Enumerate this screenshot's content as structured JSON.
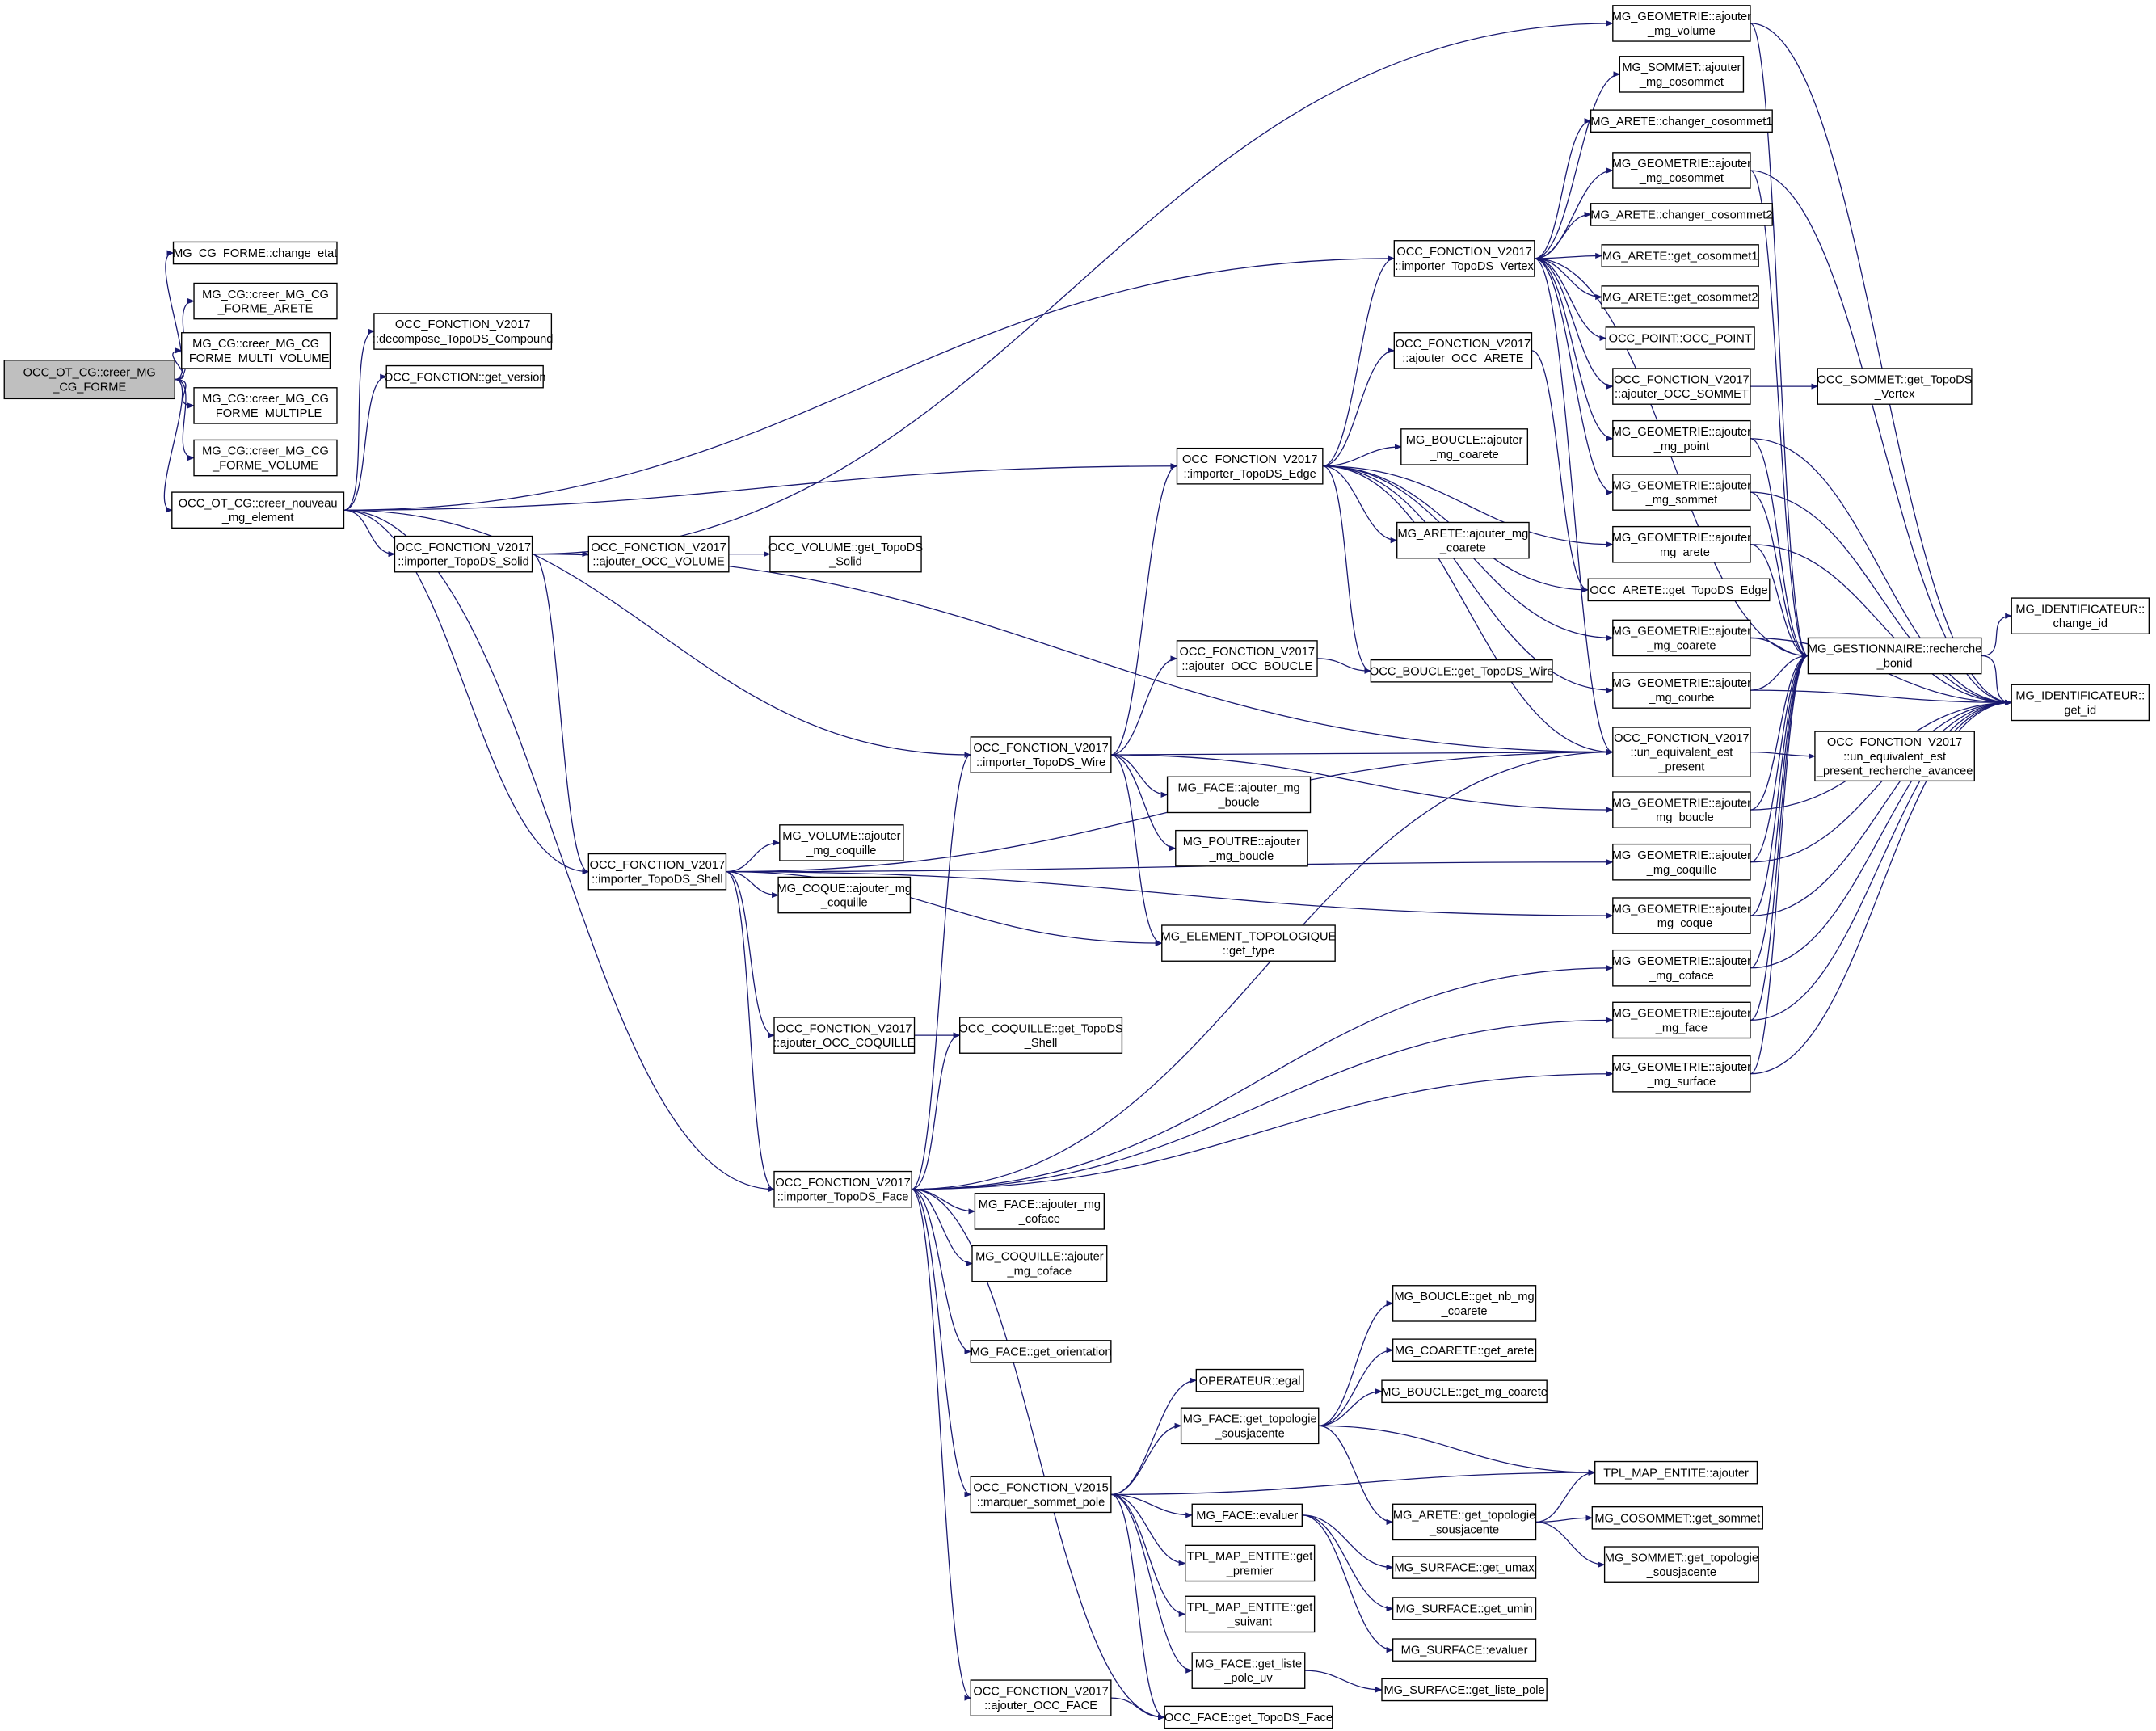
{
  "colors": {
    "edge": "#191970",
    "root_fill": "#bfbfbf",
    "node_fill": "#ffffff",
    "border": "#000000"
  },
  "nodes": {
    "A": [
      "OCC_OT_CG::creer_MG",
      "_CG_FORME"
    ],
    "B": [
      "MG_CG_FORME::change_etat"
    ],
    "C": [
      "MG_CG::creer_MG_CG",
      "_FORME_ARETE"
    ],
    "D": [
      "MG_CG::creer_MG_CG",
      "_FORME_MULTI_VOLUME"
    ],
    "E": [
      "MG_CG::creer_MG_CG",
      "_FORME_MULTIPLE"
    ],
    "F": [
      "MG_CG::creer_MG_CG",
      "_FORME_VOLUME"
    ],
    "G": [
      "OCC_OT_CG::creer_nouveau",
      "_mg_element"
    ],
    "H": [
      "OCC_FONCTION_V2017",
      "::decompose_TopoDS_Compound"
    ],
    "I": [
      "OCC_FONCTION::get_version"
    ],
    "J": [
      "OCC_FONCTION_V2017",
      "::importer_TopoDS_Solid"
    ],
    "K": [
      "OCC_FONCTION_V2017",
      "::importer_TopoDS_Shell"
    ],
    "L": [
      "OCC_FONCTION_V2017",
      "::importer_TopoDS_Face"
    ],
    "M": [
      "OCC_FONCTION_V2017",
      "::ajouter_OCC_VOLUME"
    ],
    "N": [
      "OCC_VOLUME::get_TopoDS",
      "_Solid"
    ],
    "O": [
      "MG_VOLUME::ajouter",
      "_mg_coquille"
    ],
    "P": [
      "MG_COQUE::ajouter_mg",
      "_coquille"
    ],
    "Q": [
      "OCC_FONCTION_V2017",
      "::ajouter_OCC_COQUILLE"
    ],
    "R": [
      "OCC_COQUILLE::get_TopoDS",
      "_Shell"
    ],
    "S": [
      "MG_FACE::ajouter_mg",
      "_coface"
    ],
    "T": [
      "MG_COQUILLE::ajouter",
      "_mg_coface"
    ],
    "U": [
      "MG_FACE::get_orientation"
    ],
    "V": [
      "OCC_FONCTION_V2015",
      "::marquer_sommet_pole"
    ],
    "W": [
      "OCC_FONCTION_V2017",
      "::ajouter_OCC_FACE"
    ],
    "X": [
      "OCC_FONCTION_V2017",
      "::importer_TopoDS_Wire"
    ],
    "Y": [
      "OCC_FONCTION_V2017",
      "::importer_TopoDS_Edge"
    ],
    "Z": [
      "OCC_FONCTION_V2017",
      "::ajouter_OCC_BOUCLE"
    ],
    "AA": [
      "OCC_BOUCLE::get_TopoDS_Wire"
    ],
    "AB": [
      "MG_FACE::ajouter_mg",
      "_boucle"
    ],
    "AC": [
      "MG_POUTRE::ajouter",
      "_mg_boucle"
    ],
    "AD": [
      "MG_ELEMENT_TOPOLOGIQUE",
      "::get_type"
    ],
    "AE": [
      "OPERATEUR::egal"
    ],
    "AF": [
      "MG_FACE::get_topologie",
      "_sousjacente"
    ],
    "AG": [
      "MG_FACE::evaluer"
    ],
    "AH": [
      "TPL_MAP_ENTITE::get",
      "_premier"
    ],
    "AI": [
      "TPL_MAP_ENTITE::get",
      "_suivant"
    ],
    "AJ": [
      "MG_FACE::get_liste",
      "_pole_uv"
    ],
    "AK": [
      "OCC_FACE::get_TopoDS_Face"
    ],
    "AL": [
      "OCC_FONCTION_V2017",
      "::importer_TopoDS_Vertex"
    ],
    "AM": [
      "OCC_FONCTION_V2017",
      "::ajouter_OCC_ARETE"
    ],
    "AN": [
      "MG_BOUCLE::ajouter",
      "_mg_coarete"
    ],
    "AO": [
      "MG_ARETE::ajouter_mg",
      "_coarete"
    ],
    "AP": [
      "MG_BOUCLE::get_nb_mg",
      "_coarete"
    ],
    "AQ": [
      "MG_COARETE::get_arete"
    ],
    "AR": [
      "MG_BOUCLE::get_mg_coarete"
    ],
    "AS": [
      "MG_ARETE::get_topologie",
      "_sousjacente"
    ],
    "AT": [
      "MG_SURFACE::get_umax"
    ],
    "AU": [
      "MG_SURFACE::get_umin"
    ],
    "AV": [
      "MG_SURFACE::evaluer"
    ],
    "AW": [
      "MG_SURFACE::get_liste_pole"
    ],
    "AX": [
      "MG_GEOMETRIE::ajouter",
      "_mg_volume"
    ],
    "AY": [
      "MG_SOMMET::ajouter",
      "_mg_cosommet"
    ],
    "AZ": [
      "MG_ARETE::changer_cosommet1"
    ],
    "BA": [
      "MG_GEOMETRIE::ajouter",
      "_mg_cosommet"
    ],
    "BB": [
      "MG_ARETE::changer_cosommet2"
    ],
    "BC": [
      "MG_ARETE::get_cosommet1"
    ],
    "BD": [
      "MG_ARETE::get_cosommet2"
    ],
    "BE": [
      "OCC_POINT::OCC_POINT"
    ],
    "BF": [
      "OCC_FONCTION_V2017",
      "::ajouter_OCC_SOMMET"
    ],
    "BG": [
      "MG_GEOMETRIE::ajouter",
      "_mg_point"
    ],
    "BH": [
      "MG_GEOMETRIE::ajouter",
      "_mg_sommet"
    ],
    "BI": [
      "MG_GEOMETRIE::ajouter",
      "_mg_arete"
    ],
    "BJ": [
      "OCC_ARETE::get_TopoDS_Edge"
    ],
    "BK": [
      "MG_GEOMETRIE::ajouter",
      "_mg_coarete"
    ],
    "BL": [
      "MG_GEOMETRIE::ajouter",
      "_mg_courbe"
    ],
    "BM": [
      "OCC_FONCTION_V2017",
      "::un_equivalent_est",
      "_present"
    ],
    "BN": [
      "MG_GEOMETRIE::ajouter",
      "_mg_boucle"
    ],
    "BO": [
      "MG_GEOMETRIE::ajouter",
      "_mg_coquille"
    ],
    "BP": [
      "MG_GEOMETRIE::ajouter",
      "_mg_coque"
    ],
    "BQ": [
      "MG_GEOMETRIE::ajouter",
      "_mg_coface"
    ],
    "BR": [
      "MG_GEOMETRIE::ajouter",
      "_mg_face"
    ],
    "BS": [
      "MG_GEOMETRIE::ajouter",
      "_mg_surface"
    ],
    "BT": [
      "TPL_MAP_ENTITE::ajouter"
    ],
    "BU": [
      "MG_COSOMMET::get_sommet"
    ],
    "BV": [
      "MG_SOMMET::get_topologie",
      "_sousjacente"
    ],
    "BW": [
      "OCC_SOMMET::get_TopoDS",
      "_Vertex"
    ],
    "BX": [
      "MG_GESTIONNAIRE::recherche",
      "_bonid"
    ],
    "BY": [
      "OCC_FONCTION_V2017",
      "::un_equivalent_est",
      "_present_recherche_avancee"
    ],
    "BZ": [
      "MG_IDENTIFICATEUR::",
      "change_id"
    ],
    "CA": [
      "MG_IDENTIFICATEUR::",
      "get_id"
    ]
  },
  "root": "A",
  "edges": [
    [
      "A",
      "B"
    ],
    [
      "A",
      "C"
    ],
    [
      "A",
      "D"
    ],
    [
      "A",
      "E"
    ],
    [
      "A",
      "F"
    ],
    [
      "A",
      "G"
    ],
    [
      "G",
      "H"
    ],
    [
      "G",
      "I"
    ],
    [
      "G",
      "AL"
    ],
    [
      "G",
      "Y"
    ],
    [
      "G",
      "J"
    ],
    [
      "G",
      "X"
    ],
    [
      "G",
      "K"
    ],
    [
      "G",
      "L"
    ],
    [
      "J",
      "AX"
    ],
    [
      "J",
      "M"
    ],
    [
      "J",
      "BM"
    ],
    [
      "J",
      "K"
    ],
    [
      "M",
      "N"
    ],
    [
      "Y",
      "AL"
    ],
    [
      "Y",
      "AM"
    ],
    [
      "Y",
      "AN"
    ],
    [
      "Y",
      "AO"
    ],
    [
      "Y",
      "AA"
    ],
    [
      "Y",
      "BM"
    ],
    [
      "Y",
      "BI"
    ],
    [
      "Y",
      "BL"
    ],
    [
      "Y",
      "BJ"
    ],
    [
      "Y",
      "BK"
    ],
    [
      "AM",
      "BJ"
    ],
    [
      "AL",
      "AY"
    ],
    [
      "AL",
      "AZ"
    ],
    [
      "AL",
      "BA"
    ],
    [
      "AL",
      "BB"
    ],
    [
      "AL",
      "BC"
    ],
    [
      "AL",
      "BD"
    ],
    [
      "AL",
      "BE"
    ],
    [
      "AL",
      "BF"
    ],
    [
      "AL",
      "BG"
    ],
    [
      "AL",
      "BH"
    ],
    [
      "AL",
      "BM"
    ],
    [
      "AL",
      "BX"
    ],
    [
      "BF",
      "BW"
    ],
    [
      "X",
      "Y"
    ],
    [
      "X",
      "Z"
    ],
    [
      "X",
      "BM"
    ],
    [
      "X",
      "AB"
    ],
    [
      "X",
      "AC"
    ],
    [
      "X",
      "AD"
    ],
    [
      "X",
      "BN"
    ],
    [
      "Z",
      "AA"
    ],
    [
      "K",
      "O"
    ],
    [
      "K",
      "P"
    ],
    [
      "K",
      "Q"
    ],
    [
      "K",
      "L"
    ],
    [
      "K",
      "BM"
    ],
    [
      "K",
      "AD"
    ],
    [
      "K",
      "BO"
    ],
    [
      "K",
      "BP"
    ],
    [
      "Q",
      "R"
    ],
    [
      "L",
      "X"
    ],
    [
      "L",
      "R"
    ],
    [
      "L",
      "S"
    ],
    [
      "L",
      "T"
    ],
    [
      "L",
      "U"
    ],
    [
      "L",
      "V"
    ],
    [
      "L",
      "W"
    ],
    [
      "L",
      "AK"
    ],
    [
      "L",
      "BM"
    ],
    [
      "L",
      "BQ"
    ],
    [
      "L",
      "BR"
    ],
    [
      "L",
      "BS"
    ],
    [
      "V",
      "AE"
    ],
    [
      "V",
      "AF"
    ],
    [
      "V",
      "AG"
    ],
    [
      "V",
      "AH"
    ],
    [
      "V",
      "AI"
    ],
    [
      "V",
      "AJ"
    ],
    [
      "V",
      "AK"
    ],
    [
      "V",
      "BT"
    ],
    [
      "AF",
      "AP"
    ],
    [
      "AF",
      "AQ"
    ],
    [
      "AF",
      "AR"
    ],
    [
      "AF",
      "BT"
    ],
    [
      "AF",
      "AS"
    ],
    [
      "AS",
      "BT"
    ],
    [
      "AS",
      "BU"
    ],
    [
      "AS",
      "BV"
    ],
    [
      "AG",
      "AT"
    ],
    [
      "AG",
      "AU"
    ],
    [
      "AG",
      "AV"
    ],
    [
      "AJ",
      "AW"
    ],
    [
      "W",
      "AK"
    ],
    [
      "AX",
      "BX"
    ],
    [
      "AX",
      "CA"
    ],
    [
      "BA",
      "BX"
    ],
    [
      "BA",
      "CA"
    ],
    [
      "BG",
      "BX"
    ],
    [
      "BG",
      "CA"
    ],
    [
      "BH",
      "BX"
    ],
    [
      "BH",
      "CA"
    ],
    [
      "BI",
      "BX"
    ],
    [
      "BI",
      "CA"
    ],
    [
      "BK",
      "BX"
    ],
    [
      "BK",
      "CA"
    ],
    [
      "BL",
      "BX"
    ],
    [
      "BL",
      "CA"
    ],
    [
      "BN",
      "BX"
    ],
    [
      "BN",
      "CA"
    ],
    [
      "BO",
      "BX"
    ],
    [
      "BO",
      "CA"
    ],
    [
      "BP",
      "BX"
    ],
    [
      "BP",
      "CA"
    ],
    [
      "BQ",
      "BX"
    ],
    [
      "BQ",
      "CA"
    ],
    [
      "BR",
      "BX"
    ],
    [
      "BR",
      "CA"
    ],
    [
      "BS",
      "BX"
    ],
    [
      "BS",
      "CA"
    ],
    [
      "BM",
      "BY"
    ],
    [
      "BX",
      "BZ"
    ],
    [
      "BX",
      "CA"
    ]
  ]
}
